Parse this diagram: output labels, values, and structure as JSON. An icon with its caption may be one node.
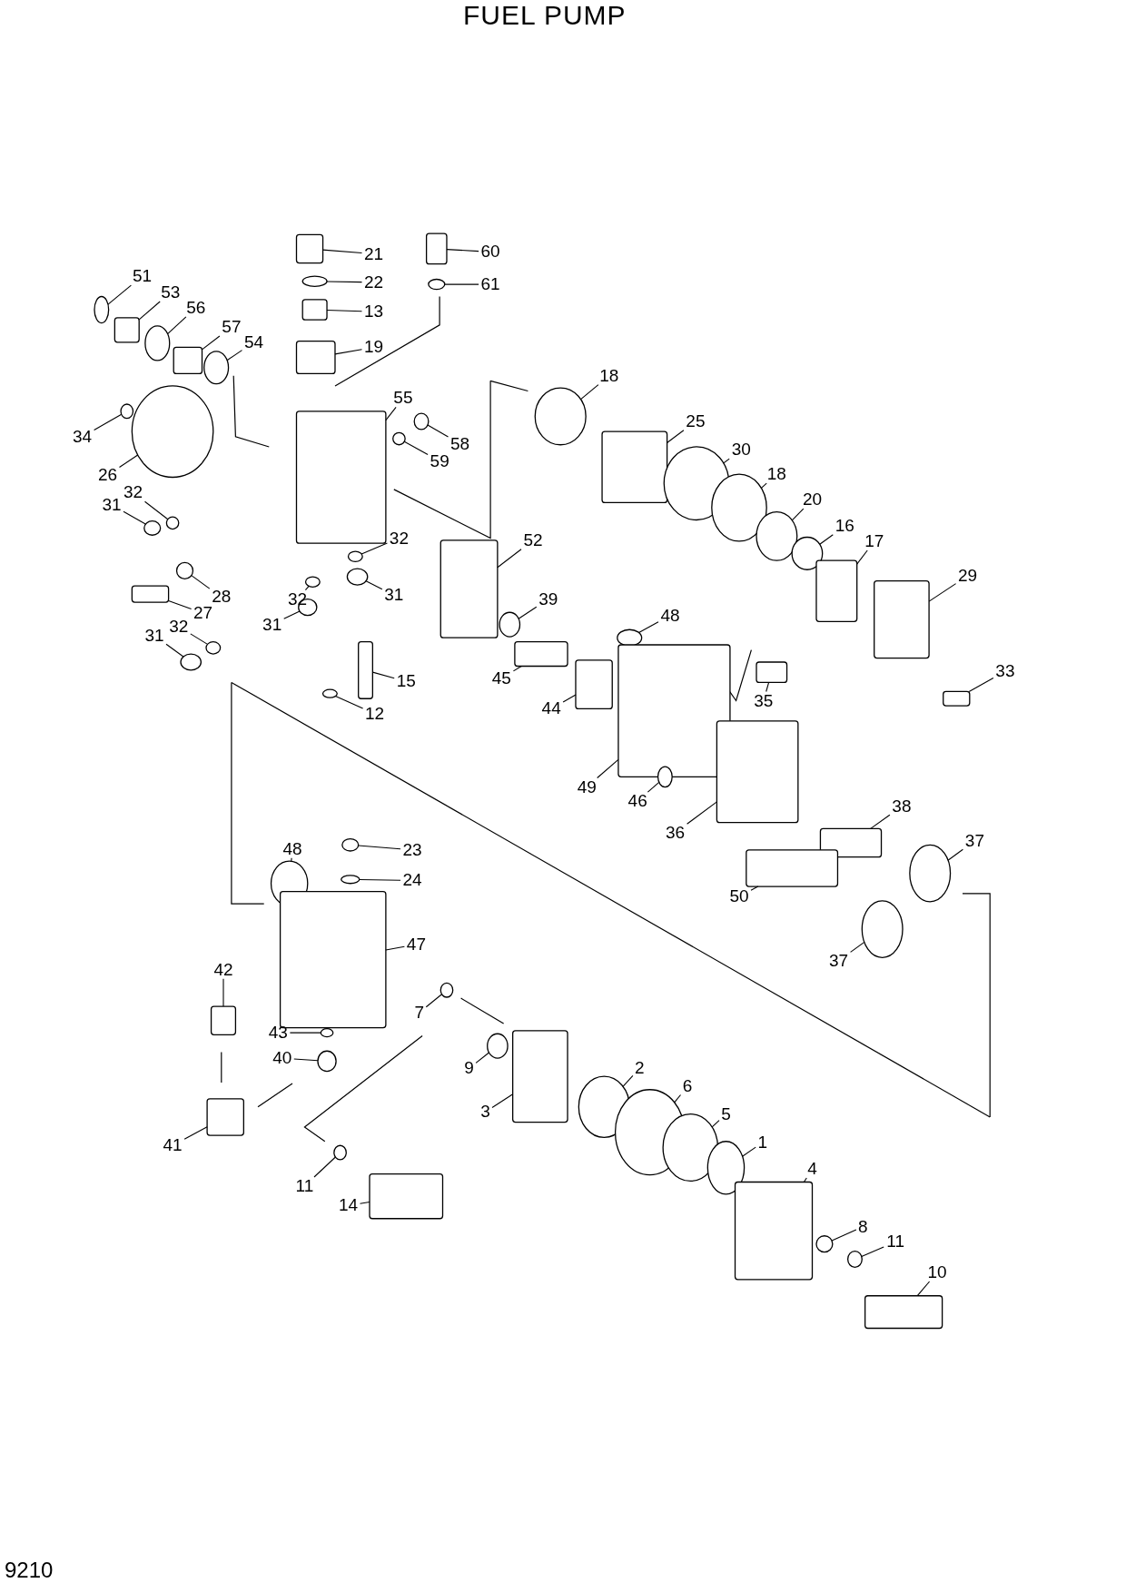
{
  "diagram": {
    "title": "FUEL PUMP",
    "nodes": [
      {
        "text": [
          "21"
        ]
      },
      {
        "text": [
          "22"
        ]
      },
      {
        "text": [
          "13"
        ]
      },
      {
        "text": [
          "19"
        ]
      },
      {
        "text": [
          "60"
        ]
      },
      {
        "text": [
          "61"
        ]
      },
      {
        "text": [
          "51"
        ]
      },
      {
        "text": [
          "53"
        ]
      },
      {
        "text": [
          "56"
        ]
      },
      {
        "text": [
          "57"
        ]
      },
      {
        "text": [
          "54"
        ]
      },
      {
        "text": [
          "18"
        ]
      },
      {
        "text": [
          "55"
        ]
      },
      {
        "text": [
          "58"
        ]
      },
      {
        "text": [
          "59"
        ]
      },
      {
        "text": [
          "34"
        ]
      },
      {
        "text": [
          "26"
        ]
      },
      {
        "text": [
          "25"
        ]
      },
      {
        "text": [
          "30"
        ]
      },
      {
        "text": [
          "18"
        ]
      },
      {
        "text": [
          "20"
        ]
      },
      {
        "text": [
          "16"
        ]
      },
      {
        "text": [
          "17"
        ]
      },
      {
        "text": [
          "29"
        ]
      },
      {
        "text": [
          "33"
        ]
      },
      {
        "text": [
          "31"
        ]
      },
      {
        "text": [
          "32"
        ]
      },
      {
        "text": [
          "52"
        ]
      },
      {
        "text": [
          "32"
        ]
      },
      {
        "text": [
          "31"
        ]
      },
      {
        "text": [
          "28"
        ]
      },
      {
        "text": [
          "27"
        ]
      },
      {
        "text": [
          "32"
        ]
      },
      {
        "text": [
          "31"
        ]
      },
      {
        "text": [
          "32"
        ]
      },
      {
        "text": [
          "31"
        ]
      },
      {
        "text": [
          "39"
        ]
      },
      {
        "text": [
          "48"
        ]
      },
      {
        "text": [
          "35"
        ]
      },
      {
        "text": [
          "45"
        ]
      },
      {
        "text": [
          "44"
        ]
      },
      {
        "text": [
          "15"
        ]
      },
      {
        "text": [
          "12"
        ]
      },
      {
        "text": [
          "49"
        ]
      },
      {
        "text": [
          "46"
        ]
      },
      {
        "text": [
          "36"
        ]
      },
      {
        "text": [
          "38"
        ]
      },
      {
        "text": [
          "37"
        ]
      },
      {
        "text": [
          "50"
        ]
      },
      {
        "text": [
          "37"
        ]
      },
      {
        "text": [
          "48"
        ]
      },
      {
        "text": [
          "23"
        ]
      },
      {
        "text": [
          "24"
        ]
      },
      {
        "text": [
          "47"
        ]
      },
      {
        "text": [
          "42"
        ]
      },
      {
        "text": [
          "7"
        ]
      },
      {
        "text": [
          "43"
        ]
      },
      {
        "text": [
          "40"
        ]
      },
      {
        "text": [
          "9"
        ]
      },
      {
        "text": [
          "3"
        ]
      },
      {
        "text": [
          "2"
        ]
      },
      {
        "text": [
          "6"
        ]
      },
      {
        "text": [
          "5"
        ]
      },
      {
        "text": [
          "1"
        ]
      },
      {
        "text": [
          "4"
        ]
      },
      {
        "text": [
          "41"
        ]
      },
      {
        "text": [
          "11"
        ]
      },
      {
        "text": [
          "14"
        ]
      },
      {
        "text": [
          "8"
        ]
      },
      {
        "text": [
          "11"
        ]
      },
      {
        "text": [
          "10"
        ]
      },
      {
        "text": [],
        "shape": "box"
      },
      {
        "text": [],
        "shape": "circle"
      },
      {
        "text": [],
        "shape": "box"
      },
      {
        "text": [],
        "shape": "box"
      },
      {
        "text": [],
        "shape": "box"
      },
      {
        "text": [],
        "shape": "circle"
      },
      {
        "text": [],
        "shape": "circle"
      },
      {
        "text": [],
        "shape": "box"
      },
      {
        "text": [],
        "shape": "circle"
      },
      {
        "text": [],
        "shape": "box"
      },
      {
        "text": [],
        "shape": "circle"
      },
      {
        "text": [],
        "shape": "circle"
      },
      {
        "text": [],
        "shape": "box"
      },
      {
        "text": [],
        "shape": "circle"
      },
      {
        "text": [],
        "shape": "circle"
      },
      {
        "text": [],
        "shape": "circle"
      },
      {
        "text": [],
        "shape": "circle"
      },
      {
        "text": [],
        "shape": "box"
      },
      {
        "text": [],
        "shape": "circle"
      },
      {
        "text": [],
        "shape": "circle"
      },
      {
        "text": [],
        "shape": "circle"
      },
      {
        "text": [],
        "shape": "circle"
      },
      {
        "text": [],
        "shape": "box"
      },
      {
        "text": [],
        "shape": "box"
      },
      {
        "text": [],
        "shape": "box"
      },
      {
        "text": [],
        "shape": "circle"
      },
      {
        "text": [],
        "shape": "circle"
      },
      {
        "text": [],
        "shape": "box"
      },
      {
        "text": [],
        "shape": "circle"
      },
      {
        "text": [],
        "shape": "circle"
      },
      {
        "text": [],
        "shape": "circle"
      },
      {
        "text": [],
        "shape": "box"
      },
      {
        "text": [],
        "shape": "circle"
      },
      {
        "text": [],
        "shape": "circle"
      },
      {
        "text": [],
        "shape": "circle"
      },
      {
        "text": [],
        "shape": "circle"
      },
      {
        "text": [],
        "shape": "circle"
      },
      {
        "text": [],
        "shape": "circle"
      },
      {
        "text": [],
        "shape": "box"
      },
      {
        "text": [],
        "shape": "box"
      },
      {
        "text": [],
        "shape": "box"
      },
      {
        "text": [],
        "shape": "box"
      },
      {
        "text": [],
        "shape": "circle"
      },
      {
        "text": [],
        "shape": "box"
      },
      {
        "text": [],
        "shape": "circle"
      },
      {
        "text": [],
        "shape": "box"
      },
      {
        "text": [],
        "shape": "box"
      },
      {
        "text": [],
        "shape": "circle"
      },
      {
        "text": [],
        "shape": "box"
      },
      {
        "text": [],
        "shape": "circle"
      },
      {
        "text": [],
        "shape": "circle"
      },
      {
        "text": [],
        "shape": "circle"
      },
      {
        "text": [],
        "shape": "circle"
      },
      {
        "text": [],
        "shape": "box"
      },
      {
        "text": [],
        "shape": "box"
      },
      {
        "text": [],
        "shape": "circle"
      },
      {
        "text": [],
        "shape": "circle"
      },
      {
        "text": [],
        "shape": "circle"
      },
      {
        "text": [],
        "shape": "circle"
      },
      {
        "text": [],
        "shape": "box"
      },
      {
        "text": [],
        "shape": "circle"
      },
      {
        "text": [],
        "shape": "circle"
      },
      {
        "text": [],
        "shape": "circle"
      },
      {
        "text": [],
        "shape": "circle"
      },
      {
        "text": [],
        "shape": "box"
      },
      {
        "text": [],
        "shape": "box"
      },
      {
        "text": [],
        "shape": "circle"
      },
      {
        "text": [],
        "shape": "box"
      },
      {
        "text": [],
        "shape": "circle"
      },
      {
        "text": [],
        "shape": "circle"
      },
      {
        "text": [],
        "shape": "box"
      }
    ],
    "edges": [
      {
        "from": 0,
        "to": 71,
        "arrow": "none"
      },
      {
        "from": 1,
        "to": 72,
        "arrow": "none"
      },
      {
        "from": 2,
        "to": 73,
        "arrow": "none"
      },
      {
        "from": 3,
        "to": 74,
        "arrow": "none"
      },
      {
        "from": 4,
        "to": 75,
        "arrow": "none"
      },
      {
        "from": 5,
        "to": 76,
        "arrow": "none"
      },
      {
        "from": 6,
        "to": 77,
        "arrow": "none"
      },
      {
        "from": 7,
        "to": 78,
        "arrow": "none"
      },
      {
        "from": 8,
        "to": 79,
        "arrow": "none"
      },
      {
        "from": 9,
        "to": 80,
        "arrow": "none"
      },
      {
        "from": 10,
        "to": 81,
        "arrow": "none"
      },
      {
        "from": 11,
        "to": 82,
        "arrow": "none"
      },
      {
        "from": 12,
        "to": 83,
        "arrow": "none"
      },
      {
        "from": 13,
        "to": 84,
        "arrow": "none"
      },
      {
        "from": 14,
        "to": 85,
        "arrow": "none"
      },
      {
        "from": 15,
        "to": 86,
        "arrow": "none"
      },
      {
        "from": 16,
        "to": 87,
        "arrow": "none"
      },
      {
        "from": 17,
        "to": 88,
        "arrow": "none"
      },
      {
        "from": 18,
        "to": 89,
        "arrow": "none"
      },
      {
        "from": 19,
        "to": 90,
        "arrow": "none"
      },
      {
        "from": 20,
        "to": 91,
        "arrow": "none"
      },
      {
        "from": 21,
        "to": 92,
        "arrow": "none"
      },
      {
        "from": 22,
        "to": 93,
        "arrow": "none"
      },
      {
        "from": 23,
        "to": 94,
        "arrow": "none"
      },
      {
        "from": 24,
        "to": 95,
        "arrow": "none"
      },
      {
        "from": 25,
        "to": 96,
        "arrow": "none"
      },
      {
        "from": 26,
        "to": 97,
        "arrow": "none"
      },
      {
        "from": 27,
        "to": 98,
        "arrow": "none"
      },
      {
        "from": 28,
        "to": 99,
        "arrow": "none"
      },
      {
        "from": 29,
        "to": 100,
        "arrow": "none"
      },
      {
        "from": 30,
        "to": 101,
        "arrow": "none"
      },
      {
        "from": 31,
        "to": 102,
        "arrow": "none"
      },
      {
        "from": 32,
        "to": 103,
        "arrow": "none"
      },
      {
        "from": 33,
        "to": 104,
        "arrow": "none"
      },
      {
        "from": 34,
        "to": 105,
        "arrow": "none"
      },
      {
        "from": 35,
        "to": 106,
        "arrow": "none"
      },
      {
        "from": 36,
        "to": 107,
        "arrow": "none"
      },
      {
        "from": 37,
        "to": 108,
        "arrow": "none"
      },
      {
        "from": 38,
        "to": 109,
        "arrow": "none"
      },
      {
        "from": 39,
        "to": 110,
        "arrow": "none"
      },
      {
        "from": 40,
        "to": 111,
        "arrow": "none"
      },
      {
        "from": 41,
        "to": 112,
        "arrow": "none"
      },
      {
        "from": 42,
        "to": 113,
        "arrow": "none"
      },
      {
        "from": 43,
        "to": 114,
        "arrow": "none"
      },
      {
        "from": 44,
        "to": 115,
        "arrow": "none"
      },
      {
        "from": 45,
        "to": 116,
        "arrow": "none"
      },
      {
        "from": 46,
        "to": 117,
        "arrow": "none"
      },
      {
        "from": 47,
        "to": 118,
        "arrow": "none"
      },
      {
        "from": 48,
        "to": 119,
        "arrow": "none"
      },
      {
        "from": 49,
        "to": 120,
        "arrow": "none"
      },
      {
        "from": 50,
        "to": 121,
        "arrow": "none"
      },
      {
        "from": 51,
        "to": 122,
        "arrow": "none"
      },
      {
        "from": 52,
        "to": 123,
        "arrow": "none"
      },
      {
        "from": 53,
        "to": 124,
        "arrow": "none"
      },
      {
        "from": 54,
        "to": 125,
        "arrow": "none"
      },
      {
        "from": 55,
        "to": 126,
        "arrow": "none"
      },
      {
        "from": 56,
        "to": 127,
        "arrow": "none"
      },
      {
        "from": 57,
        "to": 128,
        "arrow": "none"
      },
      {
        "from": 58,
        "to": 129,
        "arrow": "none"
      },
      {
        "from": 59,
        "to": 130,
        "arrow": "none"
      },
      {
        "from": 60,
        "to": 131,
        "arrow": "none"
      },
      {
        "from": 61,
        "to": 132,
        "arrow": "none"
      },
      {
        "from": 62,
        "to": 133,
        "arrow": "none"
      },
      {
        "from": 63,
        "to": 134,
        "arrow": "none"
      },
      {
        "from": 64,
        "to": 135,
        "arrow": "none"
      },
      {
        "from": 65,
        "to": 136,
        "arrow": "none"
      },
      {
        "from": 66,
        "to": 137,
        "arrow": "none"
      },
      {
        "from": 67,
        "to": 138,
        "arrow": "none"
      },
      {
        "from": 68,
        "to": 139,
        "arrow": "none"
      },
      {
        "from": 69,
        "to": 140,
        "arrow": "none"
      },
      {
        "from": 70,
        "to": 141,
        "arrow": "none"
      }
    ],
    "labels": [
      "9210"
    ]
  }
}
